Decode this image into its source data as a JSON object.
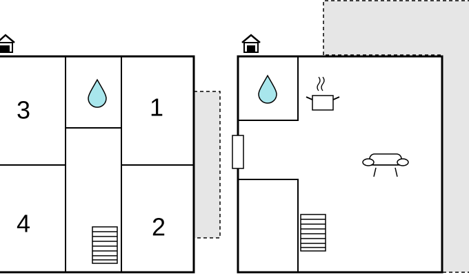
{
  "floorplan": {
    "rooms": [
      {
        "id": "room-3",
        "label": "3"
      },
      {
        "id": "room-1",
        "label": "1"
      },
      {
        "id": "room-4",
        "label": "4"
      },
      {
        "id": "room-2",
        "label": "2"
      }
    ],
    "icons": {
      "house": "house-icon",
      "bathroom": "water-drop-icon",
      "kitchen": "cooking-pot-icon",
      "living": "sofa-icon",
      "stairs": "stairs-icon"
    }
  },
  "colors": {
    "wall": "#000000",
    "terrace": "#e6e6e6",
    "drop": "#a8e6ec",
    "background": "#ffffff"
  }
}
